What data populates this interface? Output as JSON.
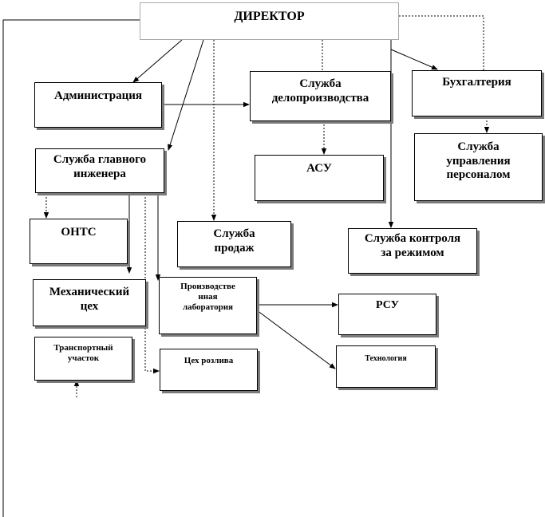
{
  "nodes": {
    "director": "ДИРЕКТОР",
    "administration": "Администрация",
    "records_service": [
      "Служба",
      "делопроизводства"
    ],
    "accounting": "Бухгалтерия",
    "chief_engineer": [
      "Служба главного",
      "инженера"
    ],
    "asu": "АСУ",
    "hr_service": [
      "Служба",
      "управления",
      "персоналом"
    ],
    "onts": "ОНТС",
    "sales_service": [
      "Служба",
      "продаж"
    ],
    "regime_control": [
      "Служба контроля",
      "за режимом"
    ],
    "mechanical_shop": [
      "Механический",
      "цех"
    ],
    "production_lab": [
      "Производстве",
      "нная",
      "лаборатория"
    ],
    "rsu": "РСУ",
    "transport_section": [
      "Транспортный",
      "участок"
    ],
    "bottling_shop": "Цех розлива",
    "technology": "Технология"
  }
}
